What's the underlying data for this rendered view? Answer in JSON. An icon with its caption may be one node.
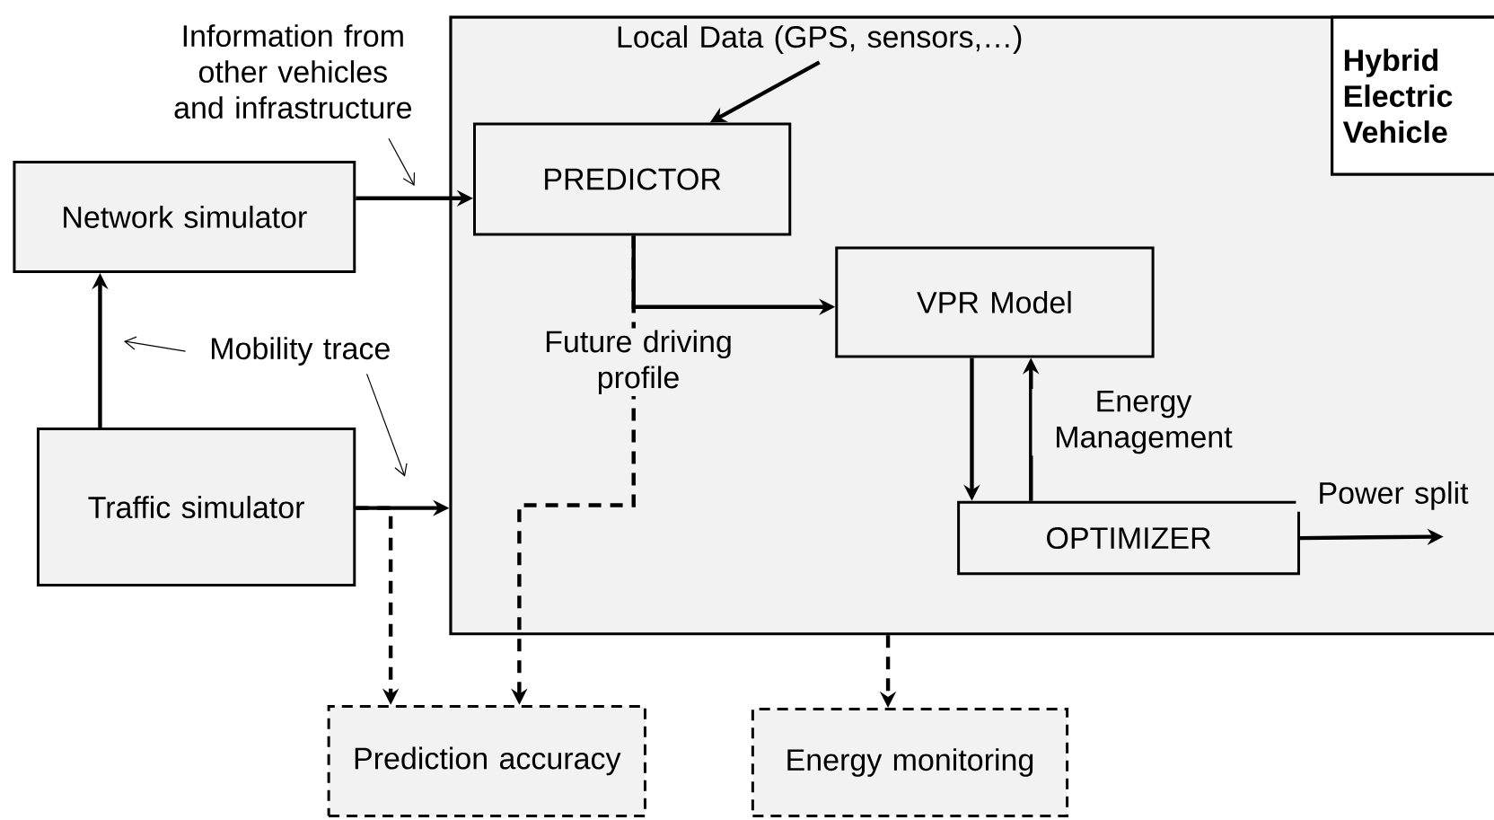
{
  "diagram": {
    "nodes": [
      {
        "text": [],
        "shape": "box"
      },
      {
        "text": [
          "Hybrid Electric Vehicle"
        ],
        "in": 0
      },
      {
        "text": [
          "Information from other vehicles and infrastructure"
        ]
      },
      {
        "text": [
          "Local Data (GPS, sensors,…)"
        ],
        "in": 0
      },
      {
        "text": [
          "Network simulator"
        ]
      },
      {
        "text": [
          "PREDICTOR"
        ],
        "in": 0
      },
      {
        "text": [
          "VPR Model"
        ],
        "in": 0
      },
      {
        "text": [
          "Mobility trace"
        ]
      },
      {
        "text": [
          "Traffic simulator"
        ]
      },
      {
        "text": [
          "OPTIMIZER"
        ],
        "in": 0
      },
      {
        "text": [
          "Prediction accuracy"
        ]
      },
      {
        "text": [
          "Energy monitoring"
        ]
      }
    ],
    "edges": [
      {
        "from": 4,
        "to": 5,
        "arrow": "to"
      },
      {
        "from": 8,
        "to": 4,
        "arrow": "to"
      },
      {
        "from": 8,
        "to": 0,
        "arrow": "to"
      },
      {
        "from": 3,
        "to": 5,
        "arrow": "to"
      },
      {
        "from": 5,
        "to": 6,
        "arrow": "to",
        "label": "Future driving profile"
      },
      {
        "from": 5,
        "to": 10,
        "arrow": "to",
        "style": "dashed"
      },
      {
        "from": 8,
        "to": 10,
        "arrow": "to",
        "style": "dashed"
      },
      {
        "from": 0,
        "to": 11,
        "arrow": "to",
        "style": "dashed"
      },
      {
        "from": 6,
        "to": 9,
        "arrow": "to"
      },
      {
        "from": 9,
        "to": 6,
        "arrow": "to",
        "label": "Energy Management"
      },
      {
        "from": 9,
        "to": null,
        "arrow": "to",
        "label": "Power split"
      },
      {
        "from": 2,
        "to": null,
        "arrow": "to"
      },
      {
        "from": 7,
        "to": null,
        "arrow": "to"
      },
      {
        "from": 7,
        "to": null,
        "arrow": "to"
      }
    ]
  }
}
